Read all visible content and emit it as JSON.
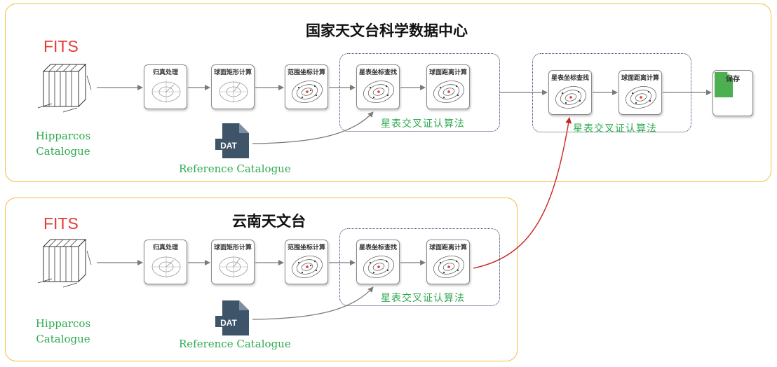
{
  "panels": [
    {
      "title": "国家天文台科学数据中心",
      "fits": "FITS",
      "source_label": [
        "Hipparcos",
        "Catalogue"
      ],
      "dat_icon": "DAT",
      "reference_label": "Reference Catalogue",
      "steps": [
        "归真处理",
        "球面矩形计算",
        "范围坐标计算",
        "星表坐标查找",
        "球面距离计算"
      ],
      "group_label": "星表交叉证认算法",
      "merge_group": {
        "steps": [
          "星表坐标查找",
          "球面距离计算"
        ],
        "label": "星表交叉证认算法"
      },
      "output": {
        "label": "保存",
        "icon": "CSV"
      }
    },
    {
      "title": "云南天文台",
      "fits": "FITS",
      "source_label": [
        "Hipparcos",
        "Catalogue"
      ],
      "dat_icon": "DAT",
      "reference_label": "Reference Catalogue",
      "steps": [
        "归真处理",
        "球面矩形计算",
        "范围坐标计算",
        "星表坐标查找",
        "球面距离计算"
      ],
      "group_label": "星表交叉证认算法"
    }
  ],
  "colors": {
    "panel_border": "#f0c040",
    "group_border": "#2b3a67",
    "green_text": "#2eaa4f",
    "fits_red": "#e53935",
    "cross_arrow": "#c62828",
    "arrow": "#7a7a7a",
    "dat_icon": "#3e5468",
    "csv_icon": "#4caf50"
  },
  "icons": [
    "fits-cube-icon",
    "dat-file-icon",
    "csv-file-icon",
    "coordinate-sphere-icon",
    "ellipse-orbit-icon"
  ]
}
